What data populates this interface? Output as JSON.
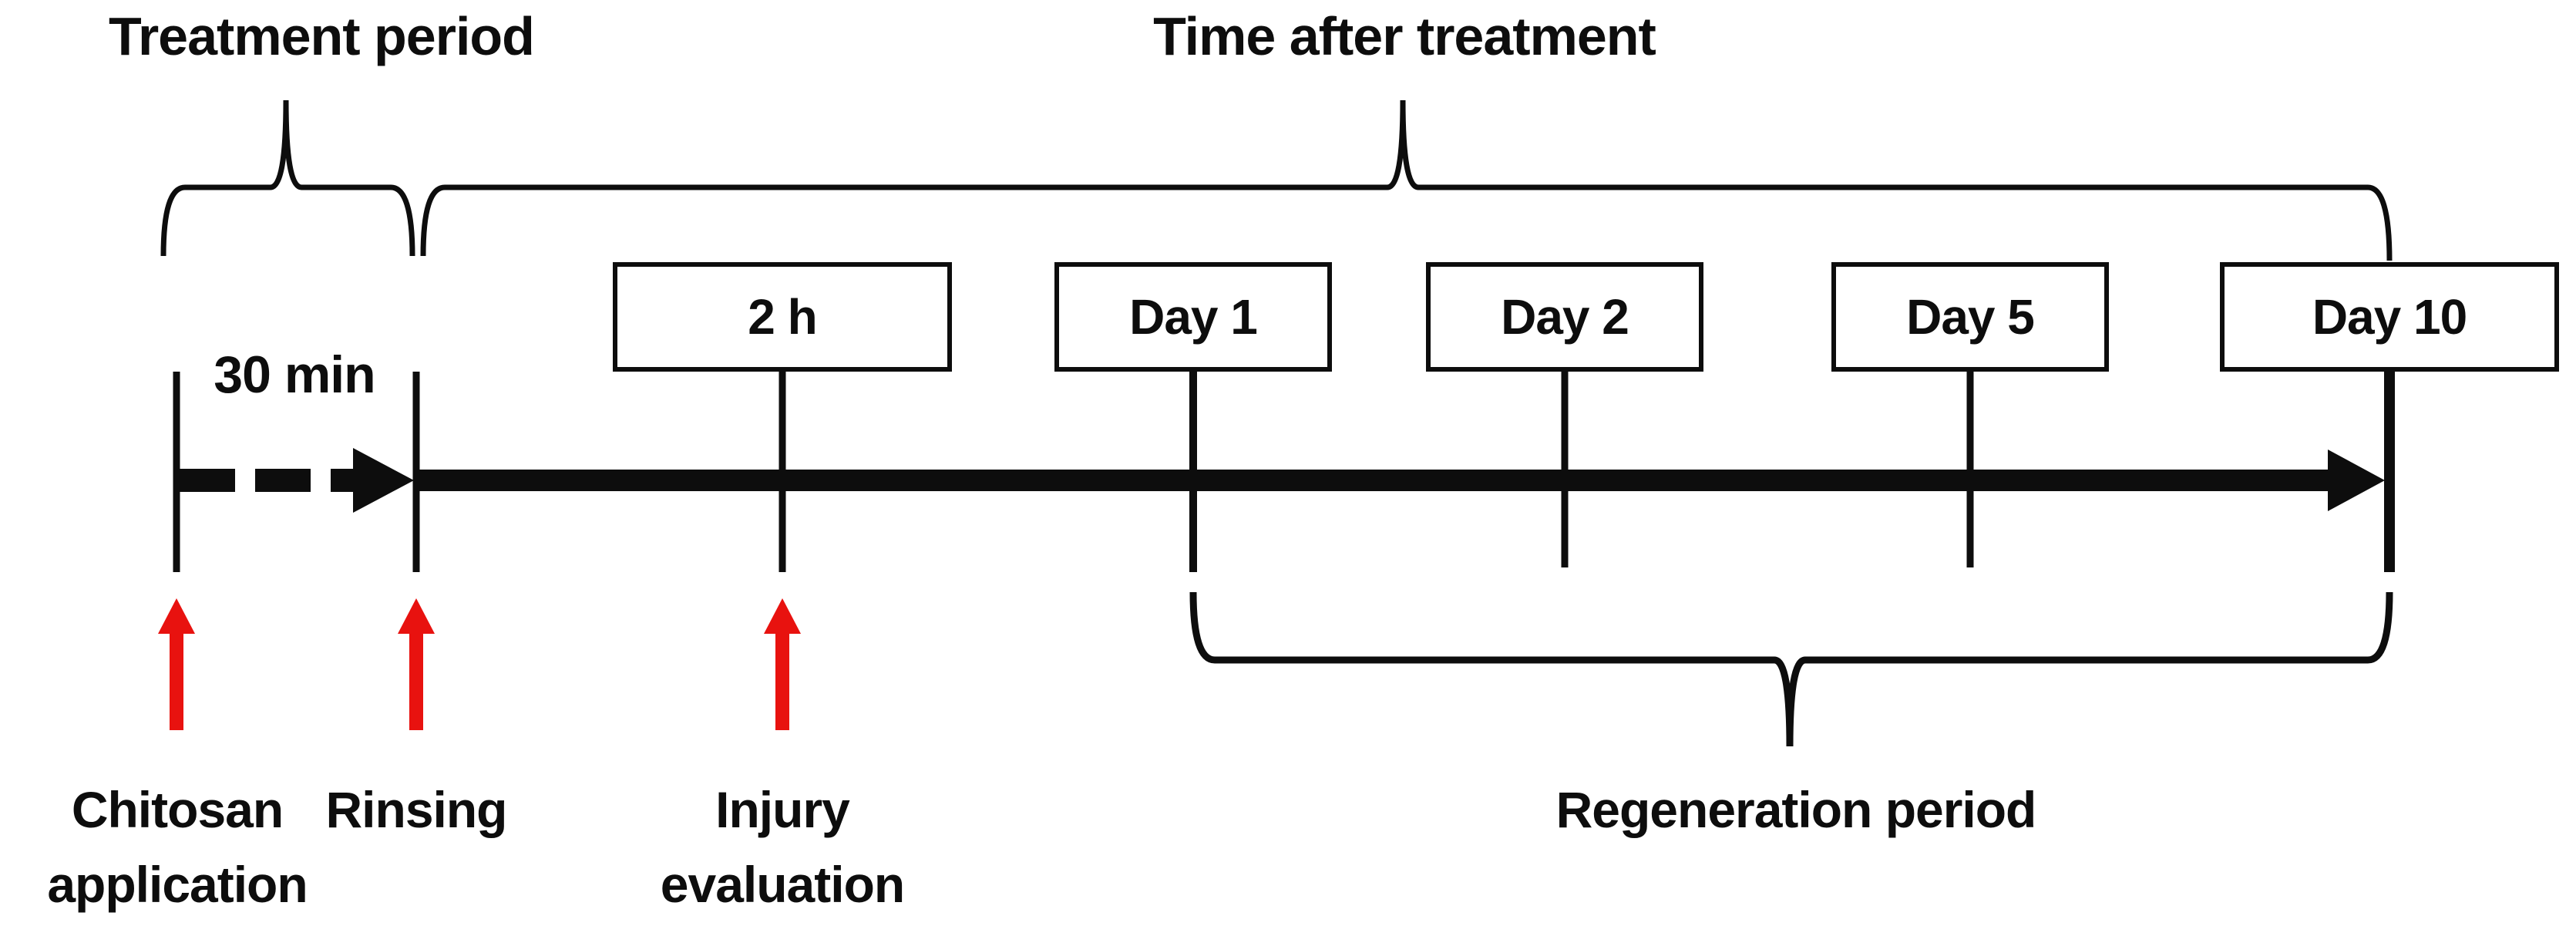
{
  "figure": {
    "background": "#ffffff",
    "ink_color": "#0d0d0d",
    "accent_red": "#e8120f"
  },
  "periods": {
    "treatment": "Treatment period",
    "time_after_treatment": "Time after treatment",
    "regeneration": "Regeneration period"
  },
  "timeline": {
    "interval_label": "30 min",
    "boxes": [
      {
        "label": "2 h"
      },
      {
        "label": "Day 1"
      },
      {
        "label": "Day 2"
      },
      {
        "label": "Day 5"
      },
      {
        "label": "Day 10"
      }
    ]
  },
  "events": [
    {
      "line1": "Chitosan",
      "line2": "application"
    },
    {
      "line1": "Rinsing",
      "line2": ""
    },
    {
      "line1": "Injury",
      "line2": "evaluation"
    }
  ]
}
